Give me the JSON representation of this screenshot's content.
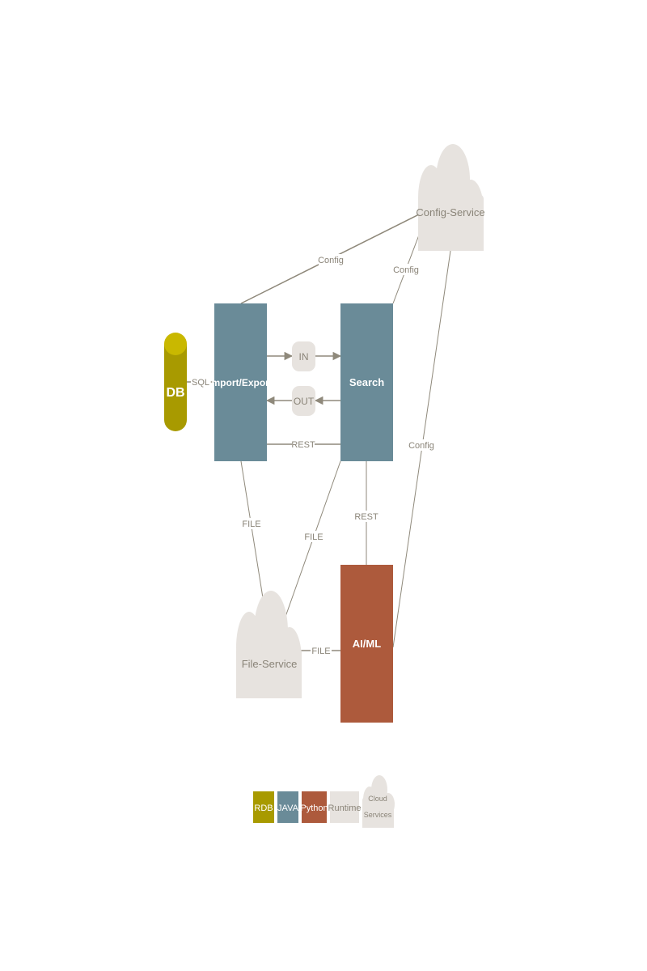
{
  "colors": {
    "rdb": "#a89a00",
    "rdb_top": "#c9b800",
    "java": "#6a8b98",
    "python": "#ad5a3c",
    "runtime": "#e7e3df",
    "cloud": "#e7e3df",
    "edge": "#8f897b",
    "edge_label": "#8a8478"
  },
  "nodes": {
    "db": "DB",
    "import_export": "Import/Export",
    "search": "Search",
    "in": "IN",
    "out": "OUT",
    "config_service": "Config-Service",
    "file_service": "File-Service",
    "aiml": "AI/ML"
  },
  "edges": {
    "sql": "SQL",
    "config_ie": "Config",
    "config_search": "Config",
    "config_aiml": "Config",
    "rest_ie_search": "REST",
    "rest_search_aiml": "REST",
    "file_ie": "FILE",
    "file_search": "FILE",
    "file_aiml": "FILE"
  },
  "legend": {
    "rdb": "RDB",
    "java": "JAVA",
    "python": "Python",
    "runtime": "Runtime",
    "cloud_line1": "Cloud",
    "cloud_line2": "Services"
  }
}
